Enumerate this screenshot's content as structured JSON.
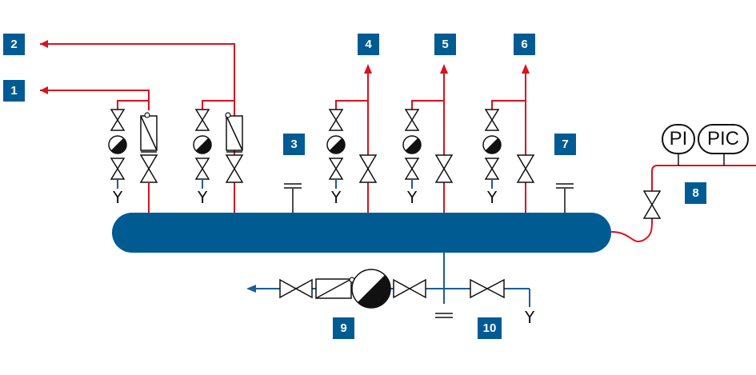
{
  "colors": {
    "tag_bg": "#005b93",
    "vessel": "#005b93",
    "process_line": "#d9121f",
    "drain_line": "#1b5e93",
    "symbol": "#111111"
  },
  "tags": [
    "1",
    "2",
    "3",
    "4",
    "5",
    "6",
    "7",
    "8",
    "9",
    "10"
  ],
  "instruments": {
    "pi": "PI",
    "pic": "PIC"
  },
  "drain_label": "Y"
}
